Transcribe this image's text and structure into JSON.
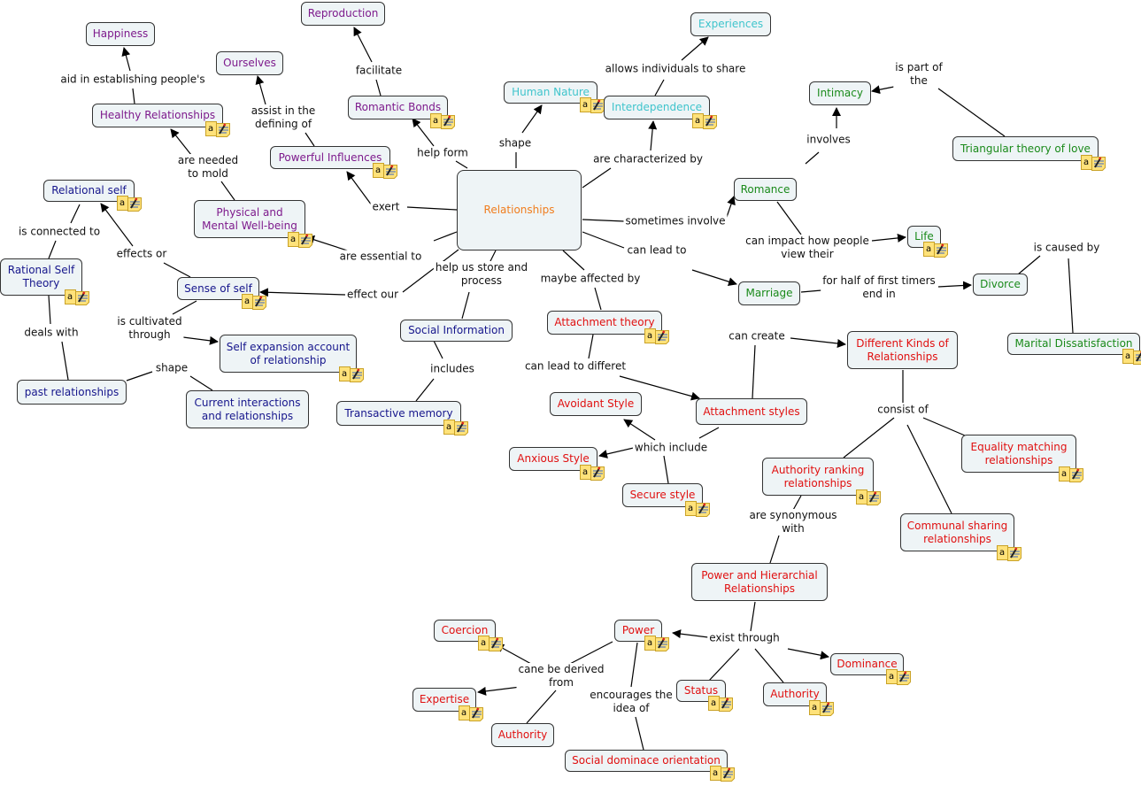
{
  "colors": {
    "purple": "#7d1a8c",
    "cyan": "#3fc4cc",
    "green": "#1a8a1a",
    "navy": "#16168c",
    "red": "#e01010",
    "orange": "#f07d1e"
  },
  "nodes": [
    {
      "label": "Happiness",
      "color": "purple",
      "note": false
    },
    {
      "label": "Reproduction",
      "color": "purple",
      "note": false
    },
    {
      "label": "Ourselves",
      "color": "purple",
      "note": false
    },
    {
      "label": "Healthy Relationships",
      "color": "purple",
      "note": true
    },
    {
      "label": "Romantic Bonds",
      "color": "purple",
      "note": true
    },
    {
      "label": "Human Nature",
      "color": "cyan",
      "note": true
    },
    {
      "label": "Experiences",
      "color": "cyan",
      "note": false
    },
    {
      "label": "Interdependence",
      "color": "cyan",
      "note": true
    },
    {
      "label": "Intimacy",
      "color": "green",
      "note": false
    },
    {
      "label": "Triangular theory of love",
      "color": "green",
      "note": true
    },
    {
      "label": "Powerful Influences",
      "color": "purple",
      "note": true
    },
    {
      "label": "Relationships",
      "color": "orange",
      "note": false
    },
    {
      "label": "Relational self",
      "color": "navy",
      "note": true
    },
    {
      "label": "Physical and\nMental Well-being",
      "color": "purple",
      "note": true
    },
    {
      "label": "Romance",
      "color": "green",
      "note": false
    },
    {
      "label": "Life",
      "color": "green",
      "note": true
    },
    {
      "label": "Rational Self\nTheory",
      "color": "navy",
      "note": true
    },
    {
      "label": "Sense of self",
      "color": "navy",
      "note": true
    },
    {
      "label": "Marriage",
      "color": "green",
      "note": false
    },
    {
      "label": "Divorce",
      "color": "green",
      "note": false
    },
    {
      "label": "Attachment theory",
      "color": "red",
      "note": true
    },
    {
      "label": "Social Information",
      "color": "navy",
      "note": false
    },
    {
      "label": "Self expansion account\nof relationship",
      "color": "navy",
      "note": true
    },
    {
      "label": "Different Kinds of\nRelationships",
      "color": "red",
      "note": false
    },
    {
      "label": "Marital Dissatisfaction",
      "color": "green",
      "note": true
    },
    {
      "label": "past relationships",
      "color": "navy",
      "note": false
    },
    {
      "label": "Current interactions\nand relationships",
      "color": "navy",
      "note": false
    },
    {
      "label": "Transactive memory",
      "color": "navy",
      "note": true
    },
    {
      "label": "Avoidant Style",
      "color": "red",
      "note": false
    },
    {
      "label": "Attachment styles",
      "color": "red",
      "note": false
    },
    {
      "label": "Anxious Style",
      "color": "red",
      "note": true
    },
    {
      "label": "Equality matching\nrelationships",
      "color": "red",
      "note": true
    },
    {
      "label": "Authority ranking\nrelationships",
      "color": "red",
      "note": true
    },
    {
      "label": "Secure style",
      "color": "red",
      "note": true
    },
    {
      "label": "Communal sharing\nrelationships",
      "color": "red",
      "note": true
    },
    {
      "label": "Power and Hierarchial\nRelationships",
      "color": "red",
      "note": false
    },
    {
      "label": "Coercion",
      "color": "red",
      "note": true
    },
    {
      "label": "Power",
      "color": "red",
      "note": true
    },
    {
      "label": "Dominance",
      "color": "red",
      "note": true
    },
    {
      "label": "Expertise",
      "color": "red",
      "note": true
    },
    {
      "label": "Status",
      "color": "red",
      "note": true
    },
    {
      "label": "Authority",
      "color": "red",
      "note": true
    },
    {
      "label": "Authority",
      "color": "red",
      "note": false
    },
    {
      "label": "Social dominace orientation",
      "color": "red",
      "note": true
    }
  ],
  "link_labels": [
    "aid in establishing people's",
    "facilitate",
    "assist in the\ndefining of",
    "help form",
    "shape",
    "allows individuals to share",
    "are characterized by",
    "is part of\nthe",
    "involves",
    "are needed\nto mold",
    "exert",
    "sometimes involve",
    "is connected to",
    "effects or",
    "are essential to",
    "can lead to",
    "can impact how people\nview their",
    "is caused by",
    "help us store and\nprocess",
    "maybe affected by",
    "for half of first timers\nend in",
    "effect our",
    "is cultivated\nthrough",
    "deals with",
    "can create",
    "shape",
    "includes",
    "can lead to differet",
    "consist of",
    "which include",
    "are synonymous\nwith",
    "exist through",
    "cane be derived\nfrom",
    "encourages the\nidea of"
  ]
}
